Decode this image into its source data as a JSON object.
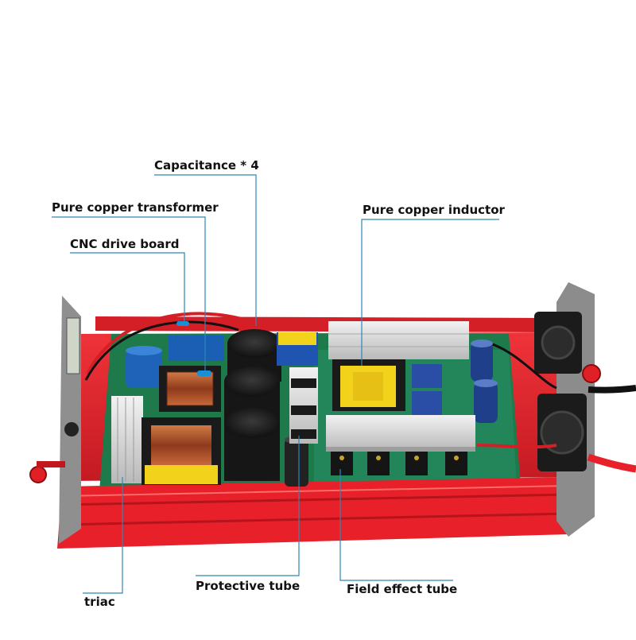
{
  "image": {
    "subject": "inverter-circuit-board-in-red-aluminum-housing",
    "colors": {
      "housing": "#e8202a",
      "pcb": "#1e7a4a",
      "leader_line": "#2f86b8",
      "heatsink": "#d9d9d9",
      "capacitor": "#1c1c1c",
      "copper": "#b5532a",
      "bobbin_yellow": "#f2d21b"
    }
  },
  "callouts": {
    "capacitance": "Capacitance * 4",
    "transformer": "Pure copper transformer",
    "drive_board": "CNC drive board",
    "inductor": "Pure copper inductor",
    "triac": "triac",
    "protective_tube": "Protective tube",
    "field_effect_tube": "Field effect tube"
  }
}
